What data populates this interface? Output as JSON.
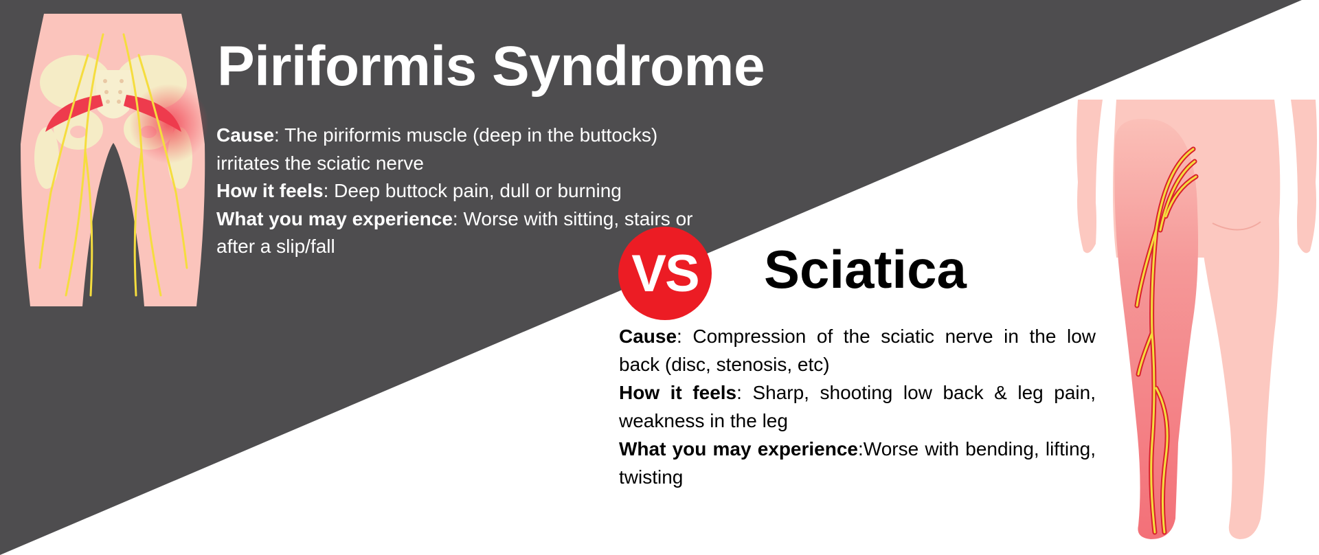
{
  "colors": {
    "dark_background": "#4e4d4f",
    "light_background": "#ffffff",
    "accent_red": "#ec1c24",
    "skin": "#fbc4bc",
    "nerve": "#f5dd3e"
  },
  "piriformis": {
    "title": "Piriformis Syndrome",
    "illustration": "pelvis-hips-illustration",
    "rows": [
      {
        "label": "Cause",
        "sep": ": ",
        "text": "The piriformis muscle (deep in the buttocks) irritates the sciatic nerve"
      },
      {
        "label": "How it feels",
        "sep": ": ",
        "text": "Deep buttock pain, dull or burning"
      },
      {
        "label": "What you may experience",
        "sep": ": ",
        "text": "Worse with sitting, stairs or after a slip/fall"
      }
    ]
  },
  "versus": {
    "label": "VS"
  },
  "sciatica": {
    "title": "Sciatica",
    "illustration": "leg-sciatic-nerve-illustration",
    "rows": [
      {
        "label": "Cause",
        "sep": ": ",
        "text": "Compression of the sciatic nerve in the low back (disc, stenosis, etc)"
      },
      {
        "label": "How it feels",
        "sep": ": ",
        "text": "Sharp, shooting low back & leg pain, weakness in the leg"
      },
      {
        "label": "What you may experience",
        "sep": ":",
        "text": "Worse with bending, lifting, twisting"
      }
    ]
  }
}
